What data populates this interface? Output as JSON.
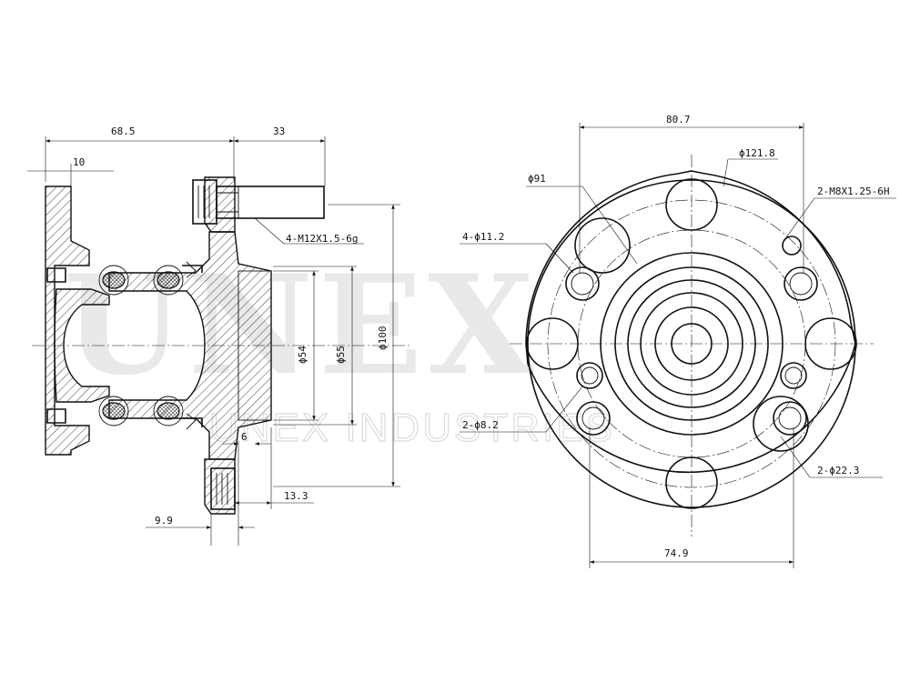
{
  "watermark": {
    "main": "UNEX",
    "sub": "UNEX INDUSTRIES"
  },
  "side_view": {
    "dims": {
      "overall_length": "68.5",
      "stud_length": "33",
      "flange_thickness": "10",
      "stud_thread": "4-M12X1.5-6g",
      "bore_54": "ϕ54",
      "bore_55": "ϕ55",
      "pilot_100": "ϕ100",
      "step_6": "6",
      "offset_13_3": "13.3",
      "offset_9_9": "9.9"
    }
  },
  "front_view": {
    "dims": {
      "width_80_7": "80.7",
      "pcd_121_8": "ϕ121.8",
      "pcd_91": "ϕ91",
      "holes_11_2": "4-ϕ11.2",
      "tapped_m8": "2-M8X1.25-6H",
      "holes_8_2": "2-ϕ8.2",
      "holes_22_3": "2-ϕ22.3",
      "width_74_9": "74.9"
    }
  }
}
